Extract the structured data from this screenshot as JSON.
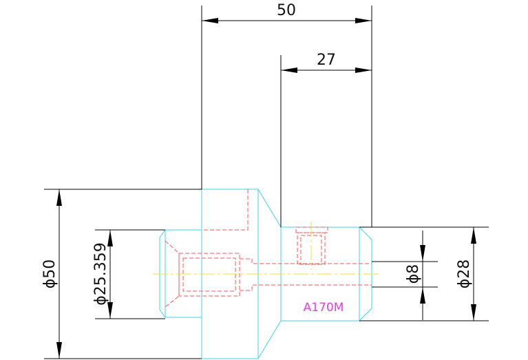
{
  "colors": {
    "dimension": "#000000",
    "outline": "#3fd6e6",
    "hidden": "#ff5555",
    "center": "#f3e03a",
    "label": "#e040e0"
  },
  "dimensions": {
    "overall_length": "50",
    "step_length": "27",
    "large_diameter": "ϕ50",
    "bore_diameter": "ϕ25.359",
    "hole_diameter": "ϕ8",
    "small_diameter": "ϕ28"
  },
  "part_label": "A170M"
}
